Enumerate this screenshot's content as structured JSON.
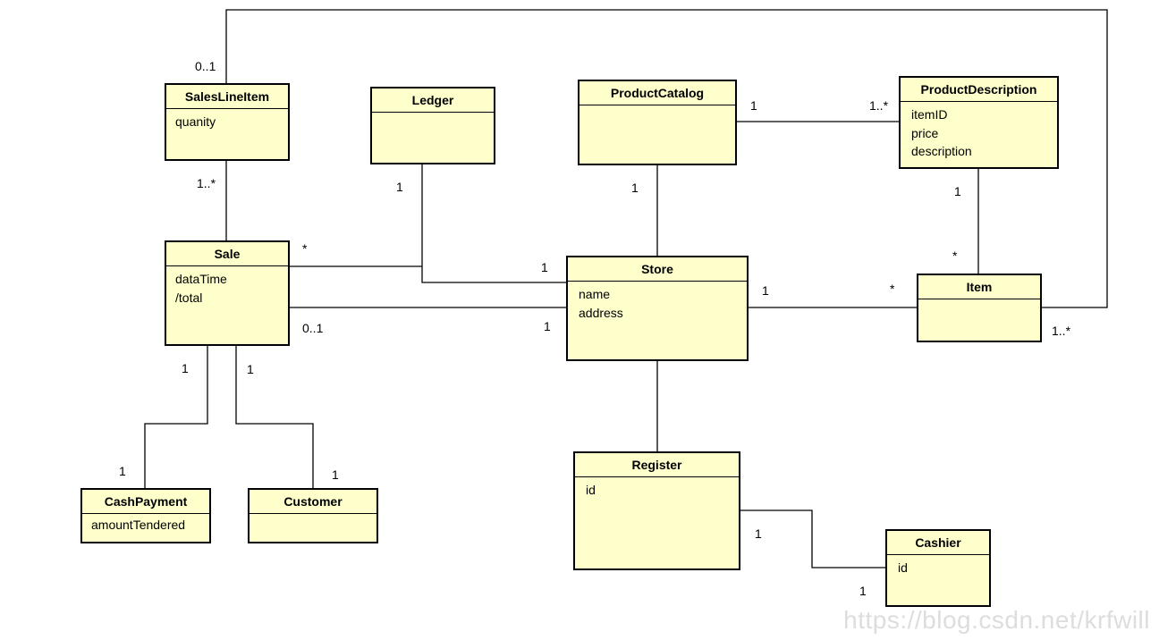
{
  "classes": {
    "salesLineItem": {
      "name": "SalesLineItem",
      "attrs": [
        "quanity"
      ]
    },
    "ledger": {
      "name": "Ledger",
      "attrs": []
    },
    "productCatalog": {
      "name": "ProductCatalog",
      "attrs": []
    },
    "productDescription": {
      "name": "ProductDescription",
      "attrs": [
        "itemID",
        "price",
        "description"
      ]
    },
    "sale": {
      "name": "Sale",
      "attrs": [
        "dataTime",
        "/total"
      ]
    },
    "store": {
      "name": "Store",
      "attrs": [
        "name",
        "address"
      ]
    },
    "item": {
      "name": "Item",
      "attrs": []
    },
    "cashPayment": {
      "name": "CashPayment",
      "attrs": [
        "amountTendered"
      ]
    },
    "customer": {
      "name": "Customer",
      "attrs": []
    },
    "register": {
      "name": "Register",
      "attrs": [
        "id"
      ]
    },
    "cashier": {
      "name": "Cashier",
      "attrs": [
        "id"
      ]
    }
  },
  "multiplicities": {
    "sli_top": "0..1",
    "sli_bottom": "1..*",
    "ledger_bottom": "1",
    "catalog_right": "1",
    "desc_left": "1..*",
    "catalog_bottom": "1",
    "desc_bottom": "1",
    "item_top": "*",
    "sale_star": "*",
    "store_ledger": "1",
    "store_item": "1",
    "item_left": "*",
    "sale_store": "0..1",
    "store_sale": "1",
    "item_bottom": "1..*",
    "sale_cash": "1",
    "sale_customer": "1",
    "cash_top": "1",
    "customer_top": "1",
    "register_right": "1",
    "cashier_left": "1"
  },
  "watermark": "https://blog.csdn.net/krfwill"
}
